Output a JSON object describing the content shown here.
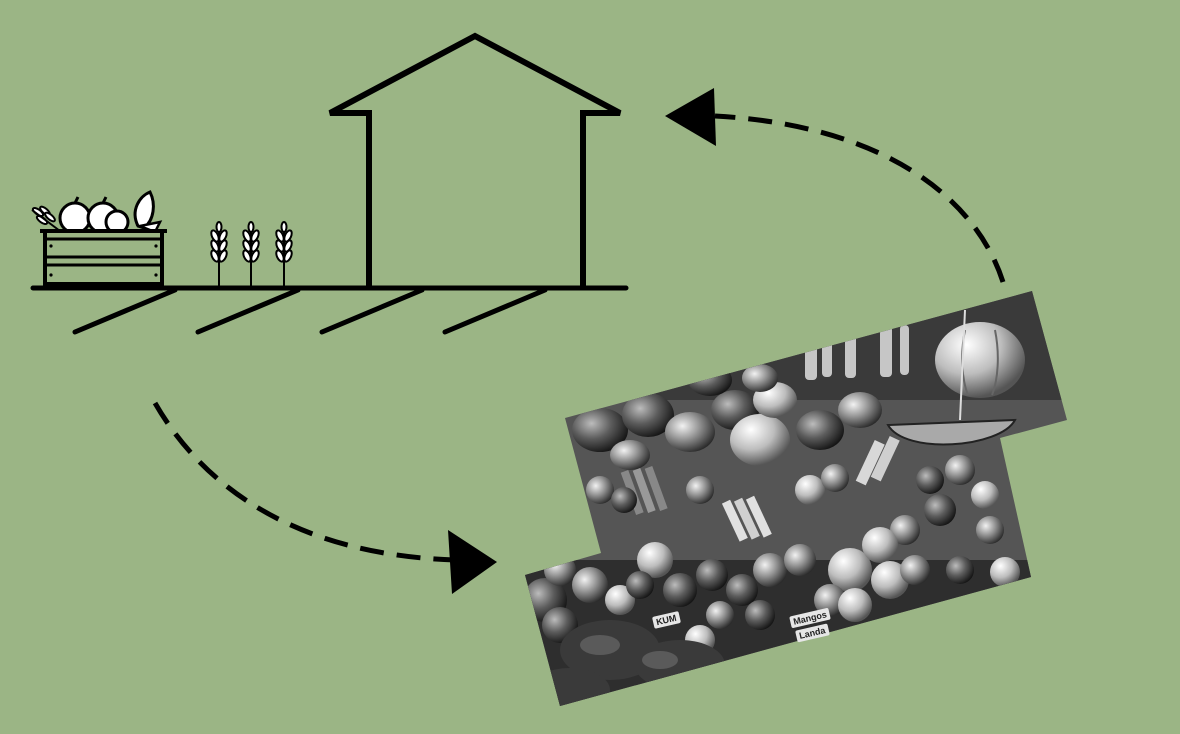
{
  "diagram": {
    "background_color": "#9bb585",
    "line_color": "#000000",
    "icons": [
      "house-icon",
      "ground-line",
      "produce-crate-icon",
      "wheat-icon",
      "arrow-icon",
      "market-photo"
    ],
    "cycle": [
      "farm",
      "market",
      "home"
    ],
    "photo_labels": [
      "KUM",
      "Mangos",
      "Landa"
    ]
  }
}
